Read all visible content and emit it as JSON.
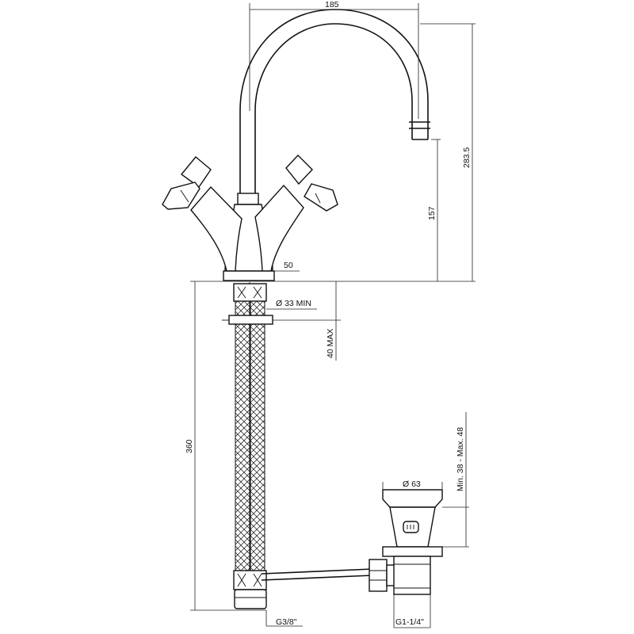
{
  "dimensions": {
    "spout_reach": "185",
    "total_height": "283.5",
    "spout_height": "157",
    "base_diameter": "50",
    "hole_diameter": "Ø 33 MIN",
    "max_thickness": "40 MAX",
    "hose_length": "360",
    "drain_diameter": "Ø 63",
    "drain_range": "Min. 38 - Max. 48",
    "hose_thread": "G3/8\"",
    "drain_thread": "G1-1/4\""
  },
  "colors": {
    "line": "#111111",
    "background": "#ffffff"
  }
}
